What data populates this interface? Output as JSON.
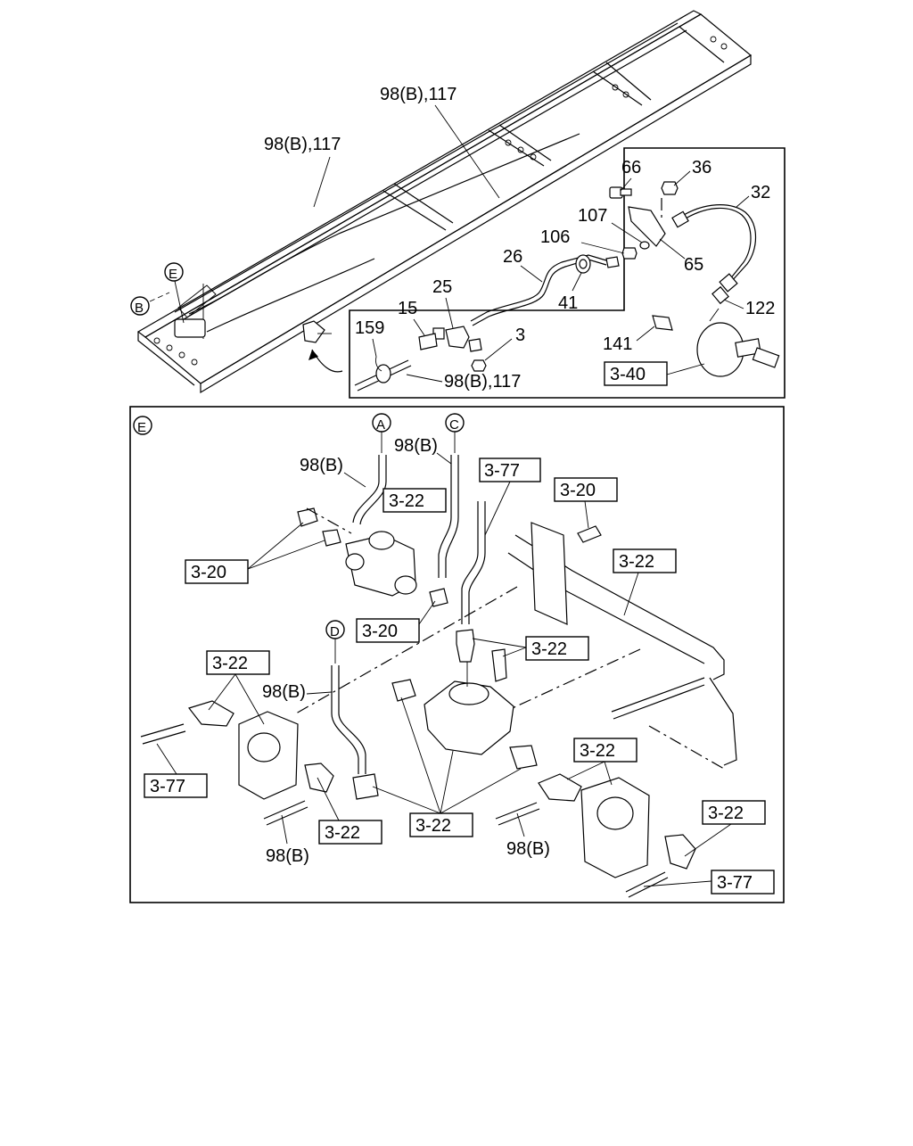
{
  "labels": {
    "frame_98b_117_top": "98(B),117",
    "frame_98b_117_left": "98(B),117",
    "c66": "66",
    "c36": "36",
    "c32": "32",
    "c107": "107",
    "c106": "106",
    "c65": "65",
    "c26": "26",
    "c25": "25",
    "c15": "15",
    "c41": "41",
    "c3": "3",
    "c159": "159",
    "c122": "122",
    "c141": "141",
    "c3_40": "3-40",
    "inset_98b_117": "98(B),117",
    "circle_e_top": "E",
    "circle_b": "B",
    "circle_e_panel": "E",
    "circle_a": "A",
    "circle_c": "C",
    "circle_d": "D",
    "e_98b_a": "98(B)",
    "e_98b_c": "98(B)",
    "e_3_77_top": "3-77",
    "e_3_22_top": "3-22",
    "e_3_20_bolt": "3-20",
    "e_3_20_left": "3-20",
    "e_3_22_right": "3-22",
    "e_3_20_mid": "3-20",
    "e_3_22_tee": "3-22",
    "e_3_22_leftvalve": "3-22",
    "e_98b_d": "98(B)",
    "e_3_77_left": "3-77",
    "e_3_22_rightvalve": "3-22",
    "e_3_22_rightfit": "3-22",
    "e_3_22_bottom_left": "3-22",
    "e_3_22_bottom_center": "3-22",
    "e_98b_bottom_left": "98(B)",
    "e_98b_bottom_right": "98(B)",
    "e_3_77_bottom_right": "3-77"
  }
}
